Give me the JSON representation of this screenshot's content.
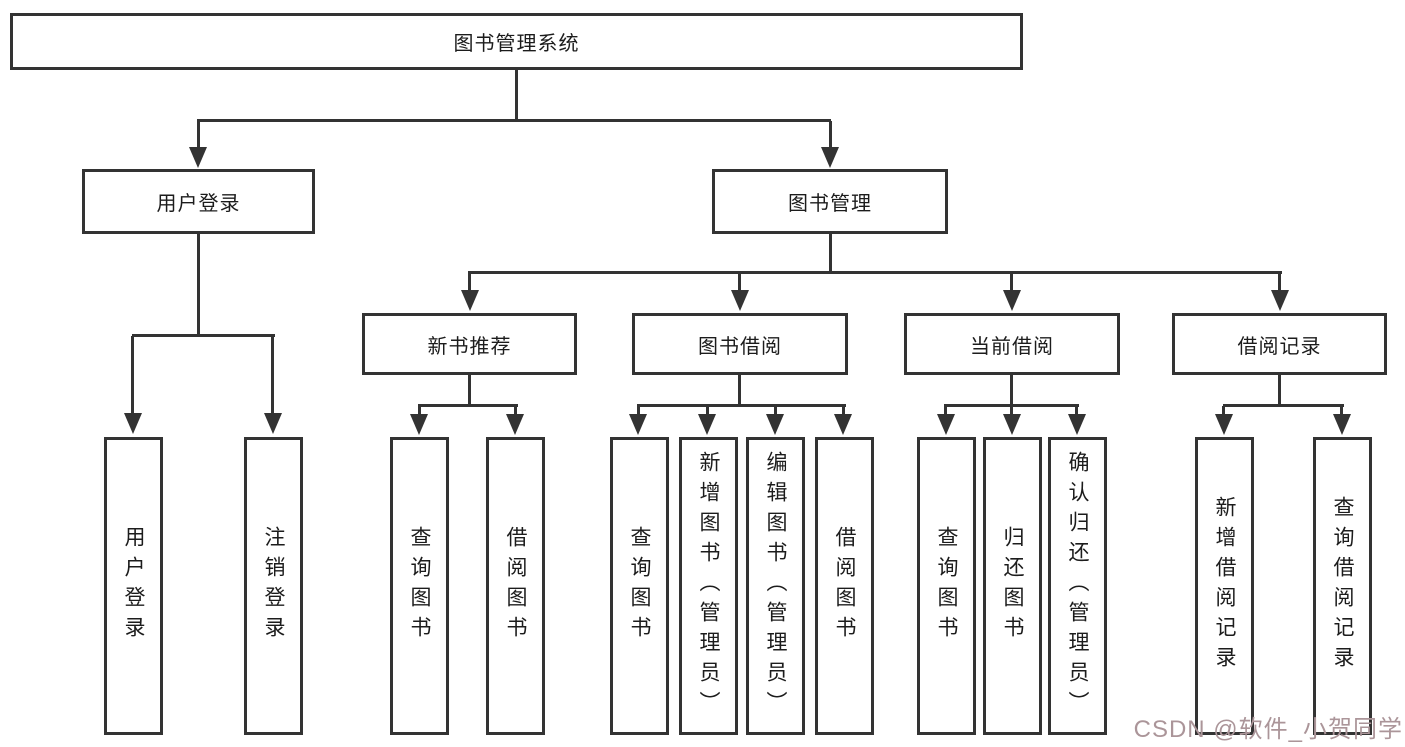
{
  "tree": {
    "label": "图书管理系统",
    "children": [
      {
        "label": "用户登录",
        "children": [
          {
            "label": "用户登录"
          },
          {
            "label": "注销登录"
          }
        ]
      },
      {
        "label": "图书管理",
        "children": [
          {
            "label": "新书推荐",
            "children": [
              {
                "label": "查询图书"
              },
              {
                "label": "借阅图书"
              }
            ]
          },
          {
            "label": "图书借阅",
            "children": [
              {
                "label": "查询图书"
              },
              {
                "label": "新增图书（管理员）"
              },
              {
                "label": "编辑图书（管理员）"
              },
              {
                "label": "借阅图书"
              }
            ]
          },
          {
            "label": "当前借阅",
            "children": [
              {
                "label": "查询图书"
              },
              {
                "label": "归还图书"
              },
              {
                "label": "确认归还（管理员）"
              }
            ]
          },
          {
            "label": "借阅记录",
            "children": [
              {
                "label": "新增借阅记录"
              },
              {
                "label": "查询借阅记录"
              }
            ]
          }
        ]
      }
    ]
  },
  "watermark": {
    "text": "CSDN @软件_小贺同学"
  },
  "colors": {
    "line": "#333333",
    "ink": "#1c1c1c",
    "bg": "#ffffff",
    "watermark": "#ab9599"
  }
}
